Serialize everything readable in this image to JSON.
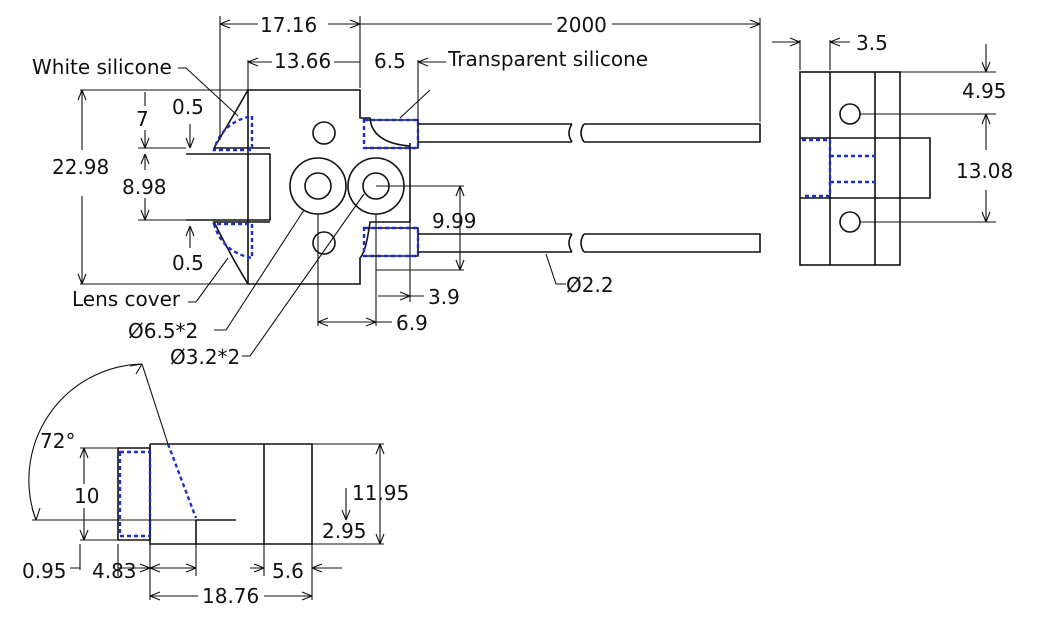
{
  "dimensions": {
    "d_17_16": "17.16",
    "d_2000": "2000",
    "d_13_66": "13.66",
    "d_6_5": "6.5",
    "d_3_5": "3.5",
    "d_4_95": "4.95",
    "d_13_08": "13.08",
    "d_22_98": "22.98",
    "d_7": "7",
    "d_0_5_top": "0.5",
    "d_8_98": "8.98",
    "d_0_5_bottom": "0.5",
    "d_9_99": "9.99",
    "d_3_9": "3.9",
    "d_6_9": "6.9",
    "d_dia_2_2": "Ø2.2",
    "d_dia_6_5": "Ø6.5*2",
    "d_dia_3_2": "Ø3.2*2",
    "d_72": "72°",
    "d_10": "10",
    "d_11_95": "11.95",
    "d_2_95": "2.95",
    "d_0_95": "0.95",
    "d_4_83": "4.83",
    "d_5_6": "5.6",
    "d_18_76": "18.76"
  },
  "labels": {
    "white_silicone": "White silicone",
    "transparent_silicone": "Transparent silicone",
    "lens_cover": "Lens cover"
  },
  "colors": {
    "silicone": "#1f2fbf",
    "line": "#111111"
  }
}
